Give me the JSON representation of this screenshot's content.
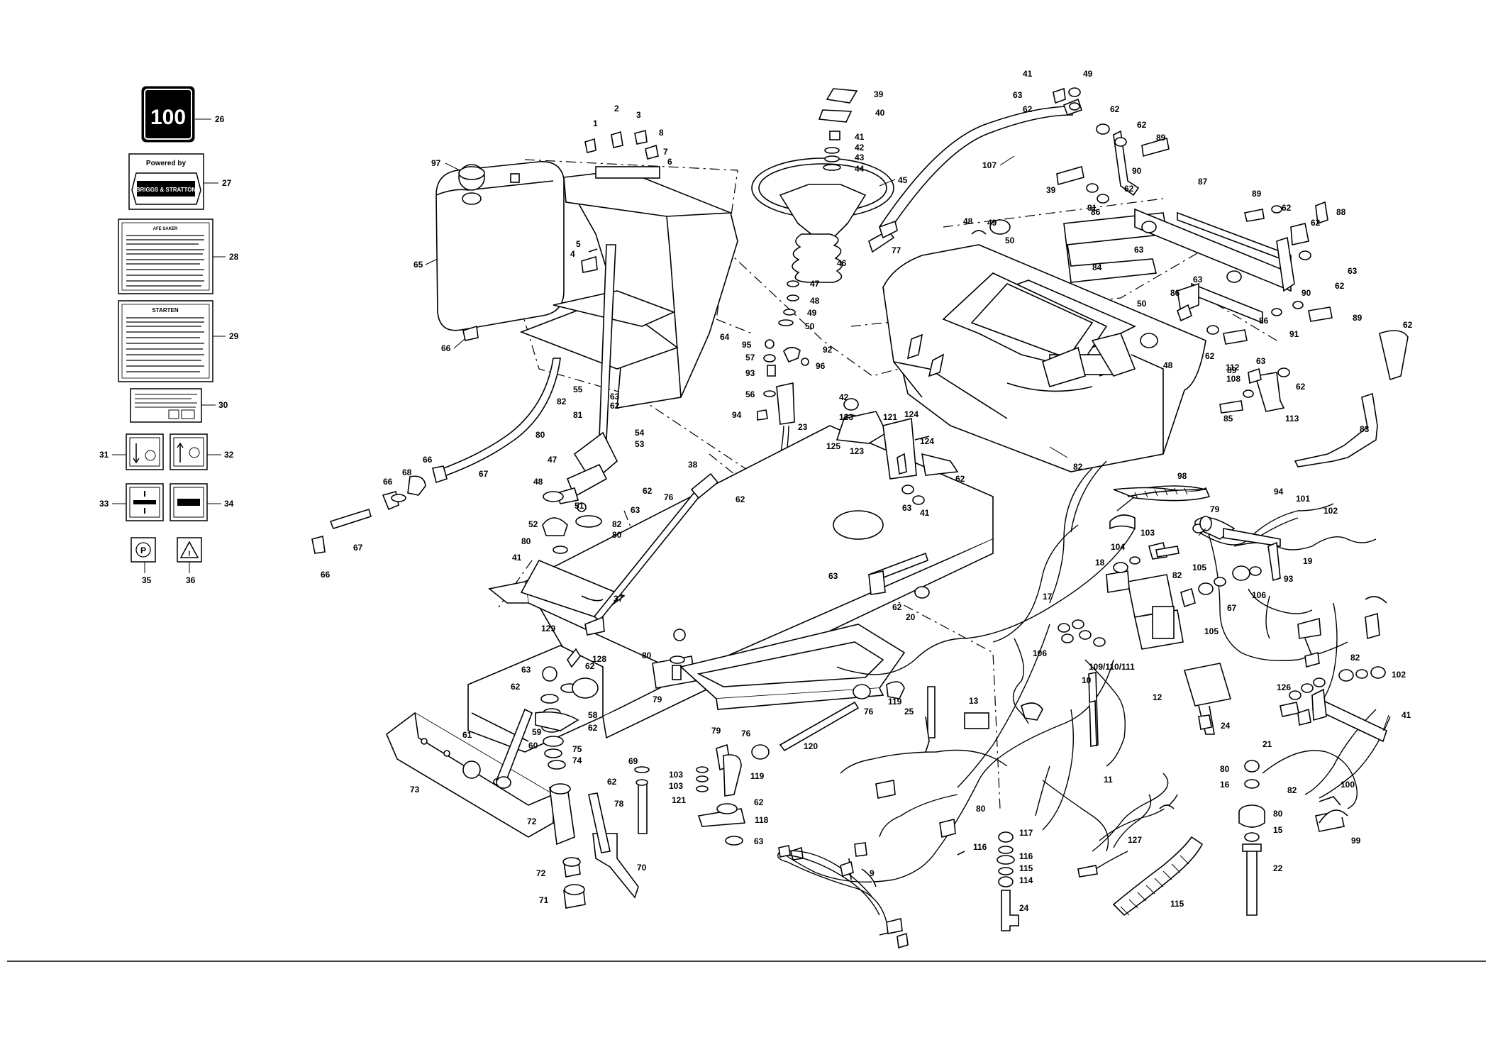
{
  "decals": {
    "badge_number": "100",
    "powered_by": "Powered by",
    "brand": "BRIGGS & STRATTON",
    "starting_title": "STARTEN",
    "start_block_title": "AFE SAKER",
    "parking_symbol": "P",
    "warning_symbol": "!"
  },
  "callouts": [
    {
      "n": "26"
    },
    {
      "n": "27"
    },
    {
      "n": "28"
    },
    {
      "n": "29"
    },
    {
      "n": "30"
    },
    {
      "n": "31"
    },
    {
      "n": "32"
    },
    {
      "n": "33"
    },
    {
      "n": "34"
    },
    {
      "n": "35"
    },
    {
      "n": "36"
    },
    {
      "n": "97"
    },
    {
      "n": "65"
    },
    {
      "n": "66"
    },
    {
      "n": "1"
    },
    {
      "n": "2"
    },
    {
      "n": "3"
    },
    {
      "n": "8"
    },
    {
      "n": "7"
    },
    {
      "n": "6"
    },
    {
      "n": "5"
    },
    {
      "n": "4"
    },
    {
      "n": "64"
    },
    {
      "n": "39"
    },
    {
      "n": "40"
    },
    {
      "n": "41"
    },
    {
      "n": "42"
    },
    {
      "n": "43"
    },
    {
      "n": "44"
    },
    {
      "n": "45"
    },
    {
      "n": "46"
    },
    {
      "n": "47"
    },
    {
      "n": "48"
    },
    {
      "n": "49"
    },
    {
      "n": "50"
    },
    {
      "n": "95"
    },
    {
      "n": "92"
    },
    {
      "n": "57"
    },
    {
      "n": "96"
    },
    {
      "n": "93"
    },
    {
      "n": "56"
    },
    {
      "n": "94"
    },
    {
      "n": "23"
    },
    {
      "n": "55"
    },
    {
      "n": "63"
    },
    {
      "n": "62"
    },
    {
      "n": "82"
    },
    {
      "n": "81"
    },
    {
      "n": "80"
    },
    {
      "n": "54"
    },
    {
      "n": "53"
    },
    {
      "n": "47"
    },
    {
      "n": "48"
    },
    {
      "n": "51"
    },
    {
      "n": "52"
    },
    {
      "n": "80"
    },
    {
      "n": "41"
    },
    {
      "n": "62"
    },
    {
      "n": "63"
    },
    {
      "n": "82"
    },
    {
      "n": "80"
    },
    {
      "n": "67"
    },
    {
      "n": "66"
    },
    {
      "n": "68"
    },
    {
      "n": "66"
    },
    {
      "n": "67"
    },
    {
      "n": "66"
    },
    {
      "n": "38"
    },
    {
      "n": "76"
    },
    {
      "n": "62"
    },
    {
      "n": "37"
    },
    {
      "n": "129"
    },
    {
      "n": "128"
    },
    {
      "n": "63"
    },
    {
      "n": "62"
    },
    {
      "n": "62"
    },
    {
      "n": "58"
    },
    {
      "n": "62"
    },
    {
      "n": "59"
    },
    {
      "n": "60"
    },
    {
      "n": "75"
    },
    {
      "n": "74"
    },
    {
      "n": "61"
    },
    {
      "n": "73"
    },
    {
      "n": "72"
    },
    {
      "n": "72"
    },
    {
      "n": "71"
    },
    {
      "n": "69"
    },
    {
      "n": "62"
    },
    {
      "n": "78"
    },
    {
      "n": "70"
    },
    {
      "n": "80"
    },
    {
      "n": "79"
    },
    {
      "n": "76"
    },
    {
      "n": "119"
    },
    {
      "n": "25"
    },
    {
      "n": "13"
    },
    {
      "n": "79"
    },
    {
      "n": "76"
    },
    {
      "n": "120"
    },
    {
      "n": "103"
    },
    {
      "n": "103"
    },
    {
      "n": "121"
    },
    {
      "n": "119"
    },
    {
      "n": "62"
    },
    {
      "n": "118"
    },
    {
      "n": "63"
    },
    {
      "n": "107"
    },
    {
      "n": "77"
    },
    {
      "n": "41"
    },
    {
      "n": "49"
    },
    {
      "n": "63"
    },
    {
      "n": "62"
    },
    {
      "n": "62"
    },
    {
      "n": "62"
    },
    {
      "n": "89"
    },
    {
      "n": "90"
    },
    {
      "n": "39"
    },
    {
      "n": "91"
    },
    {
      "n": "86"
    },
    {
      "n": "62"
    },
    {
      "n": "48"
    },
    {
      "n": "49"
    },
    {
      "n": "50"
    },
    {
      "n": "87"
    },
    {
      "n": "89"
    },
    {
      "n": "62"
    },
    {
      "n": "88"
    },
    {
      "n": "62"
    },
    {
      "n": "63"
    },
    {
      "n": "84"
    },
    {
      "n": "63"
    },
    {
      "n": "63"
    },
    {
      "n": "90"
    },
    {
      "n": "62"
    },
    {
      "n": "86"
    },
    {
      "n": "91"
    },
    {
      "n": "89"
    },
    {
      "n": "86"
    },
    {
      "n": "50"
    },
    {
      "n": "48"
    },
    {
      "n": "62"
    },
    {
      "n": "89"
    },
    {
      "n": "112"
    },
    {
      "n": "62"
    },
    {
      "n": "63"
    },
    {
      "n": "62"
    },
    {
      "n": "108"
    },
    {
      "n": "85"
    },
    {
      "n": "113"
    },
    {
      "n": "83"
    },
    {
      "n": "82"
    },
    {
      "n": "42"
    },
    {
      "n": "123"
    },
    {
      "n": "121"
    },
    {
      "n": "124"
    },
    {
      "n": "125"
    },
    {
      "n": "123"
    },
    {
      "n": "124"
    },
    {
      "n": "62"
    },
    {
      "n": "63"
    },
    {
      "n": "41"
    },
    {
      "n": "63"
    },
    {
      "n": "62"
    },
    {
      "n": "20"
    },
    {
      "n": "98"
    },
    {
      "n": "79"
    },
    {
      "n": "94"
    },
    {
      "n": "101"
    },
    {
      "n": "102"
    },
    {
      "n": "19"
    },
    {
      "n": "93"
    },
    {
      "n": "103"
    },
    {
      "n": "104"
    },
    {
      "n": "18"
    },
    {
      "n": "82"
    },
    {
      "n": "105"
    },
    {
      "n": "67"
    },
    {
      "n": "106"
    },
    {
      "n": "17"
    },
    {
      "n": "105"
    },
    {
      "n": "106"
    },
    {
      "n": "109/110/111"
    },
    {
      "n": "12"
    },
    {
      "n": "24"
    },
    {
      "n": "10"
    },
    {
      "n": "80"
    },
    {
      "n": "82"
    },
    {
      "n": "102"
    },
    {
      "n": "126"
    },
    {
      "n": "41"
    },
    {
      "n": "21"
    },
    {
      "n": "82"
    },
    {
      "n": "80"
    },
    {
      "n": "16"
    },
    {
      "n": "100"
    },
    {
      "n": "80"
    },
    {
      "n": "15"
    },
    {
      "n": "99"
    },
    {
      "n": "22"
    },
    {
      "n": "11"
    },
    {
      "n": "127"
    },
    {
      "n": "115"
    },
    {
      "n": "117"
    },
    {
      "n": "116"
    },
    {
      "n": "116"
    },
    {
      "n": "115"
    },
    {
      "n": "114"
    },
    {
      "n": "24"
    },
    {
      "n": "9"
    }
  ]
}
